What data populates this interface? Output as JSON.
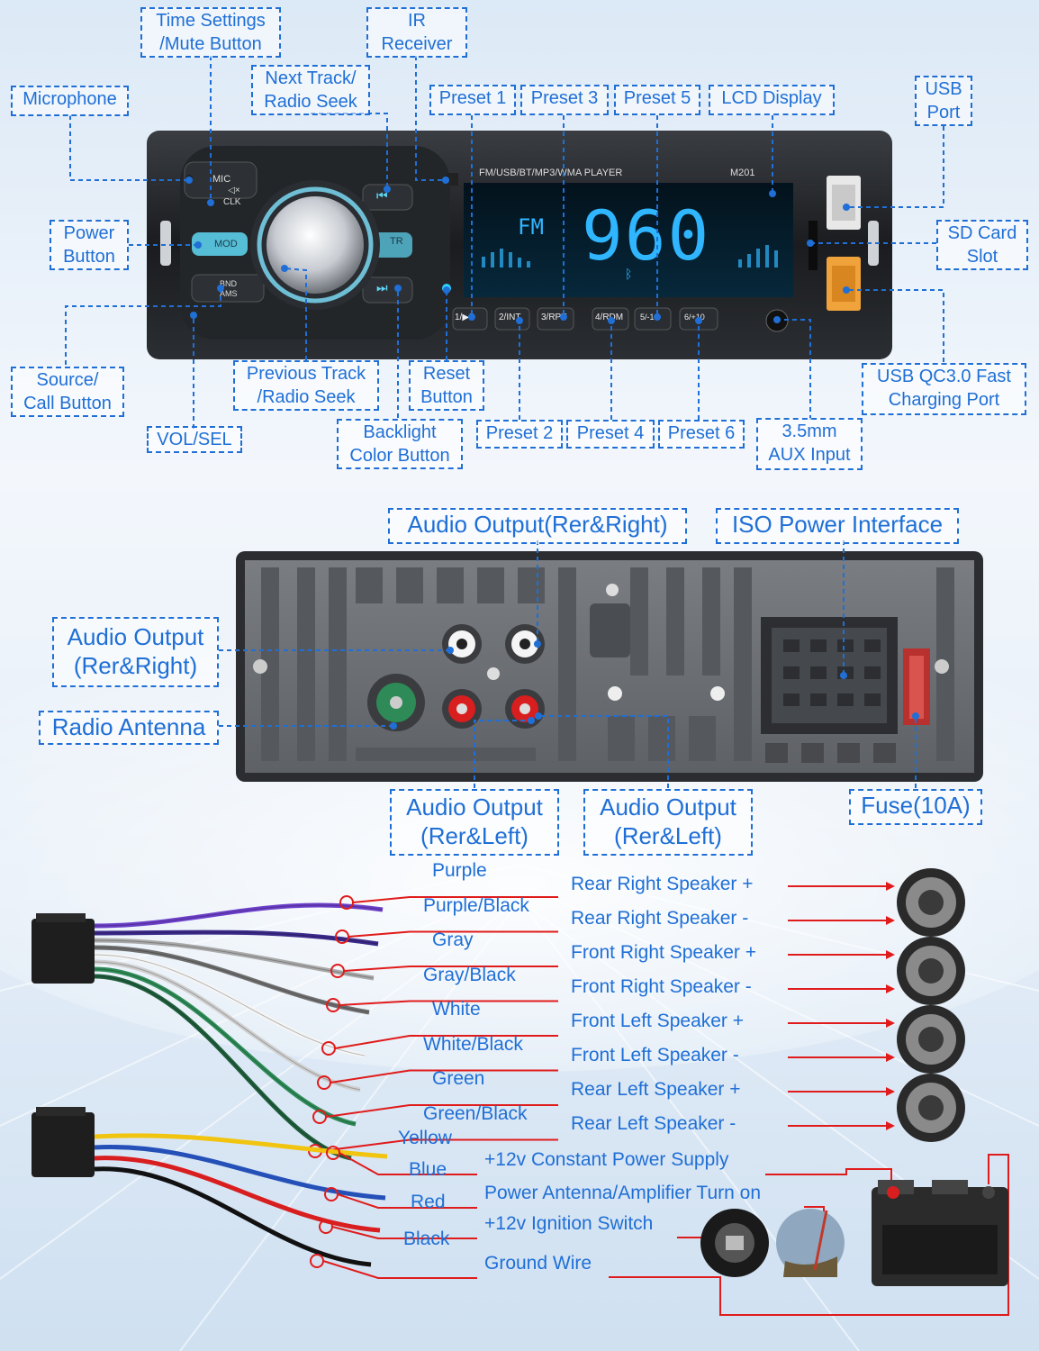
{
  "front_panel": {
    "mic_text": "MIC",
    "player_text": "FM/USB/BT/MP3/WMA PLAYER",
    "model": "M201",
    "lcd_band": "FM",
    "lcd_freq": "960",
    "buttons": {
      "clk": "CLK",
      "mod": "MOD",
      "bnd": "BND",
      "ams": "AMS",
      "tr": "TR",
      "p1": "1/▶II",
      "p2": "2/INT",
      "p3": "3/RPT",
      "p4": "4/RDM",
      "p5": "5/-10",
      "p6": "6/+10"
    }
  },
  "labels": {
    "time_settings": "Time Settings\n/Mute Button",
    "ir_receiver": "IR\nReceiver",
    "next_track": "Next Track/\nRadio Seek",
    "microphone": "Microphone",
    "preset1": "Preset 1",
    "preset3": "Preset 3",
    "preset5": "Preset 5",
    "lcd_display": "LCD Display",
    "usb_port": "USB\nPort",
    "power_button": "Power\nButton",
    "sd_card": "SD Card\nSlot",
    "source_call": "Source/\nCall Button",
    "vol_sel": "VOL/SEL",
    "prev_track": "Previous Track\n/Radio Seek",
    "reset": "Reset\nButton",
    "backlight": "Backlight\nColor Button",
    "preset2": "Preset 2",
    "preset4": "Preset 4",
    "preset6": "Preset 6",
    "aux": "3.5mm\nAUX Input",
    "usb_qc": "USB QC3.0 Fast\nCharging Port"
  },
  "rear_labels": {
    "audio_rr_top": "Audio Output(Rer&Right)",
    "iso_power": "ISO Power Interface",
    "audio_rr_left": "Audio Output\n(Rer&Right)",
    "radio_antenna": "Radio Antenna",
    "audio_rl_1": "Audio Output\n(Rer&Left)",
    "audio_rl_2": "Audio Output\n(Rer&Left)",
    "fuse": "Fuse(10A)"
  },
  "speaker_wires": [
    {
      "color_name": "Purple",
      "function": "Rear Right Speaker +",
      "color": "#6b3fc8"
    },
    {
      "color_name": "Purple/Black",
      "function": "Rear Right Speaker -",
      "color": "#3b2a8a"
    },
    {
      "color_name": "Gray",
      "function": "Front Right Speaker +",
      "color": "#a9a9a9"
    },
    {
      "color_name": "Gray/Black",
      "function": "Front Right Speaker -",
      "color": "#6f6f6f"
    },
    {
      "color_name": "White",
      "function": "Front Left Speaker +",
      "color": "#f5f5f5"
    },
    {
      "color_name": "White/Black",
      "function": "Front Left Speaker -",
      "color": "#cfcfcf"
    },
    {
      "color_name": "Green",
      "function": "Rear Left Speaker +",
      "color": "#2e8b57"
    },
    {
      "color_name": "Green/Black",
      "function": "Rear Left Speaker -",
      "color": "#1f5e3c"
    }
  ],
  "power_wires": [
    {
      "color_name": "Yellow",
      "function": "+12v Constant Power Supply",
      "color": "#f1c40f"
    },
    {
      "color_name": "Blue",
      "function": "Power Antenna/Amplifier Turn on",
      "color": "#2450b8"
    },
    {
      "color_name": "Red",
      "function": "+12v Ignition Switch",
      "color": "#d81e1e"
    },
    {
      "color_name": "Black",
      "function": "Ground Wire",
      "color": "#111111"
    }
  ],
  "colors": {
    "accent": "#1f6fd6",
    "lead_red": "#e01b1b",
    "lcd": "#2fb6ff"
  }
}
